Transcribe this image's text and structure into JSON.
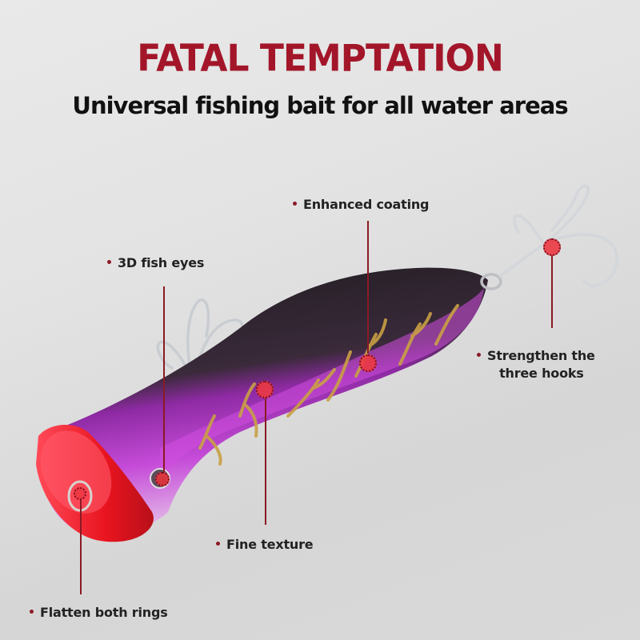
{
  "header": {
    "title": "FATAL TEMPTATION",
    "subtitle": "Universal fishing bait for all water areas"
  },
  "callouts": [
    {
      "id": "enhanced-coating",
      "label": "Enhanced coating"
    },
    {
      "id": "fish-eyes",
      "label": "3D fish eyes"
    },
    {
      "id": "hooks",
      "label_line1": "Strengthen the",
      "label_line2": "three hooks"
    },
    {
      "id": "fine-texture",
      "label": "Fine texture"
    },
    {
      "id": "rings",
      "label": "Flatten both rings"
    }
  ],
  "colors": {
    "title": "#a3162a",
    "accent_line": "#8b1a24",
    "hotspot": "#eb3842",
    "body_text": "#222222",
    "lure_back": "#2b2428",
    "lure_side": "#b83cc9",
    "lure_head": "#e8202c",
    "stripes": "#c9a045"
  }
}
